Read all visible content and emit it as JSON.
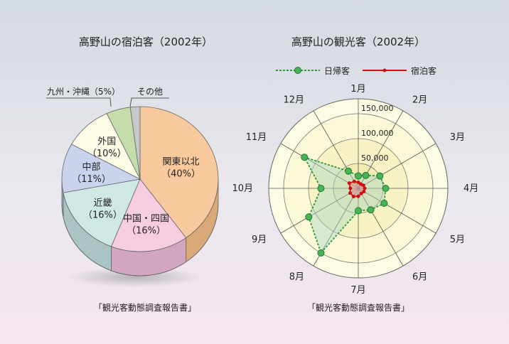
{
  "chart_data": [
    {
      "type": "pie",
      "title": "高野山の宿泊客（2002年）",
      "source": "「観光客動態調査報告書」",
      "slices": [
        {
          "label": "関東以北",
          "pct_text": "（40%）",
          "value": 40,
          "color": "#f7c99c",
          "side": "#d9a878"
        },
        {
          "label": "中国・四国",
          "pct_text": "（16%）",
          "value": 16,
          "color": "#f5cce0",
          "side": "#d2a6be"
        },
        {
          "label": "近畿",
          "pct_text": "（16%）",
          "value": 16,
          "color": "#cfe8e6",
          "side": "#a9c4c2"
        },
        {
          "label": "中部",
          "pct_text": "（11%）",
          "value": 11,
          "color": "#c9d3ee",
          "side": "#a3adc9"
        },
        {
          "label": "外国",
          "pct_text": "（10%）",
          "value": 10,
          "color": "#fdfbe6",
          "side": "#d8d6bd"
        },
        {
          "label": "九州・沖縄",
          "pct_text": "（5%）",
          "value": 5,
          "color": "#c5ddaa",
          "side": "#9fb98a"
        },
        {
          "label": "その他",
          "pct_text": "",
          "value": 2,
          "color": "#c8c8c8",
          "side": "#a2a2a2"
        }
      ],
      "callouts": {
        "kyushu": "九州・沖縄（5%）",
        "other": "その他"
      }
    },
    {
      "type": "radar",
      "title": "高野山の観光客（2002年）",
      "source": "「観光客動態調査報告書」",
      "categories": [
        "1月",
        "2月",
        "3月",
        "4月",
        "5月",
        "6月",
        "7月",
        "8月",
        "9月",
        "10月",
        "11月",
        "12月"
      ],
      "rticks": [
        50000,
        100000,
        150000
      ],
      "rtick_labels": [
        "50,000",
        "100,000",
        "150,000"
      ],
      "rmax": 180000,
      "series": [
        {
          "name": "日帰客",
          "color": "#2e9a3a",
          "values": [
            25000,
            30000,
            50000,
            55000,
            60000,
            50000,
            45000,
            150000,
            115000,
            75000,
            125000,
            40000
          ]
        },
        {
          "name": "宿泊客",
          "color": "#cc1111",
          "values": [
            12000,
            10000,
            12000,
            13000,
            13000,
            12000,
            16000,
            19000,
            19000,
            16000,
            21000,
            16000
          ]
        }
      ]
    }
  ]
}
